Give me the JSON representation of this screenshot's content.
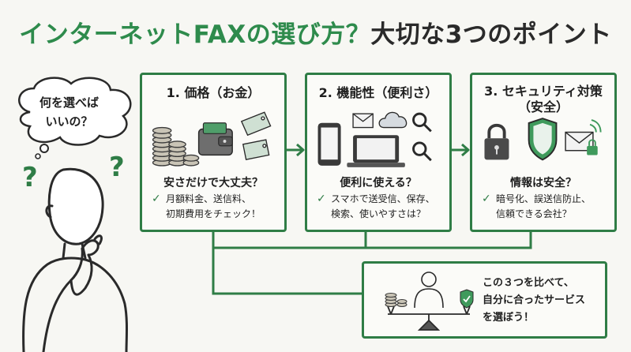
{
  "title": {
    "part_green": "インターネットFAXの選び方？",
    "part_dark": "大切な3つのポイント"
  },
  "thought_bubble": {
    "line1": "何を選べば",
    "line2": "いいの？"
  },
  "question_marks": [
    "?",
    "?"
  ],
  "cards": [
    {
      "title_line1": "1. 価格（お金）",
      "title_line2": "",
      "question": "安さだけで大丈夫？",
      "check_line1": "月額料金、送信料、",
      "check_line2": "初期費用をチェック！",
      "icons": [
        "coins-icon",
        "wallet-icon",
        "price-tag-icon"
      ]
    },
    {
      "title_line1": "2. 機能性（便利さ）",
      "title_line2": "",
      "question": "便利に使える？",
      "check_line1": "スマホで送受信、保存、",
      "check_line2": "検索、使いやすさは？",
      "icons": [
        "smartphone-icon",
        "envelope-icon",
        "cloud-icon",
        "laptop-icon",
        "magnifier-icon"
      ]
    },
    {
      "title_line1": "3. セキュリティ対策",
      "title_line2": "（安全）",
      "question": "情報は安全？",
      "check_line1": "暗号化、誤送信防止、",
      "check_line2": "信頼できる会社？",
      "icons": [
        "padlock-icon",
        "shield-icon",
        "secure-mail-icon"
      ]
    }
  ],
  "check_mark": "✓",
  "summary": {
    "line1": "この３つを比べて、",
    "line2": "自分に合ったサービス",
    "line3": "を選ぼう！",
    "icons": [
      "balance-scale-icon",
      "person-icon"
    ]
  },
  "colors": {
    "accent_green": "#2e8b4c",
    "border_green": "#2f7d46",
    "background": "#f7f7f3",
    "text": "#1f1f1f"
  }
}
